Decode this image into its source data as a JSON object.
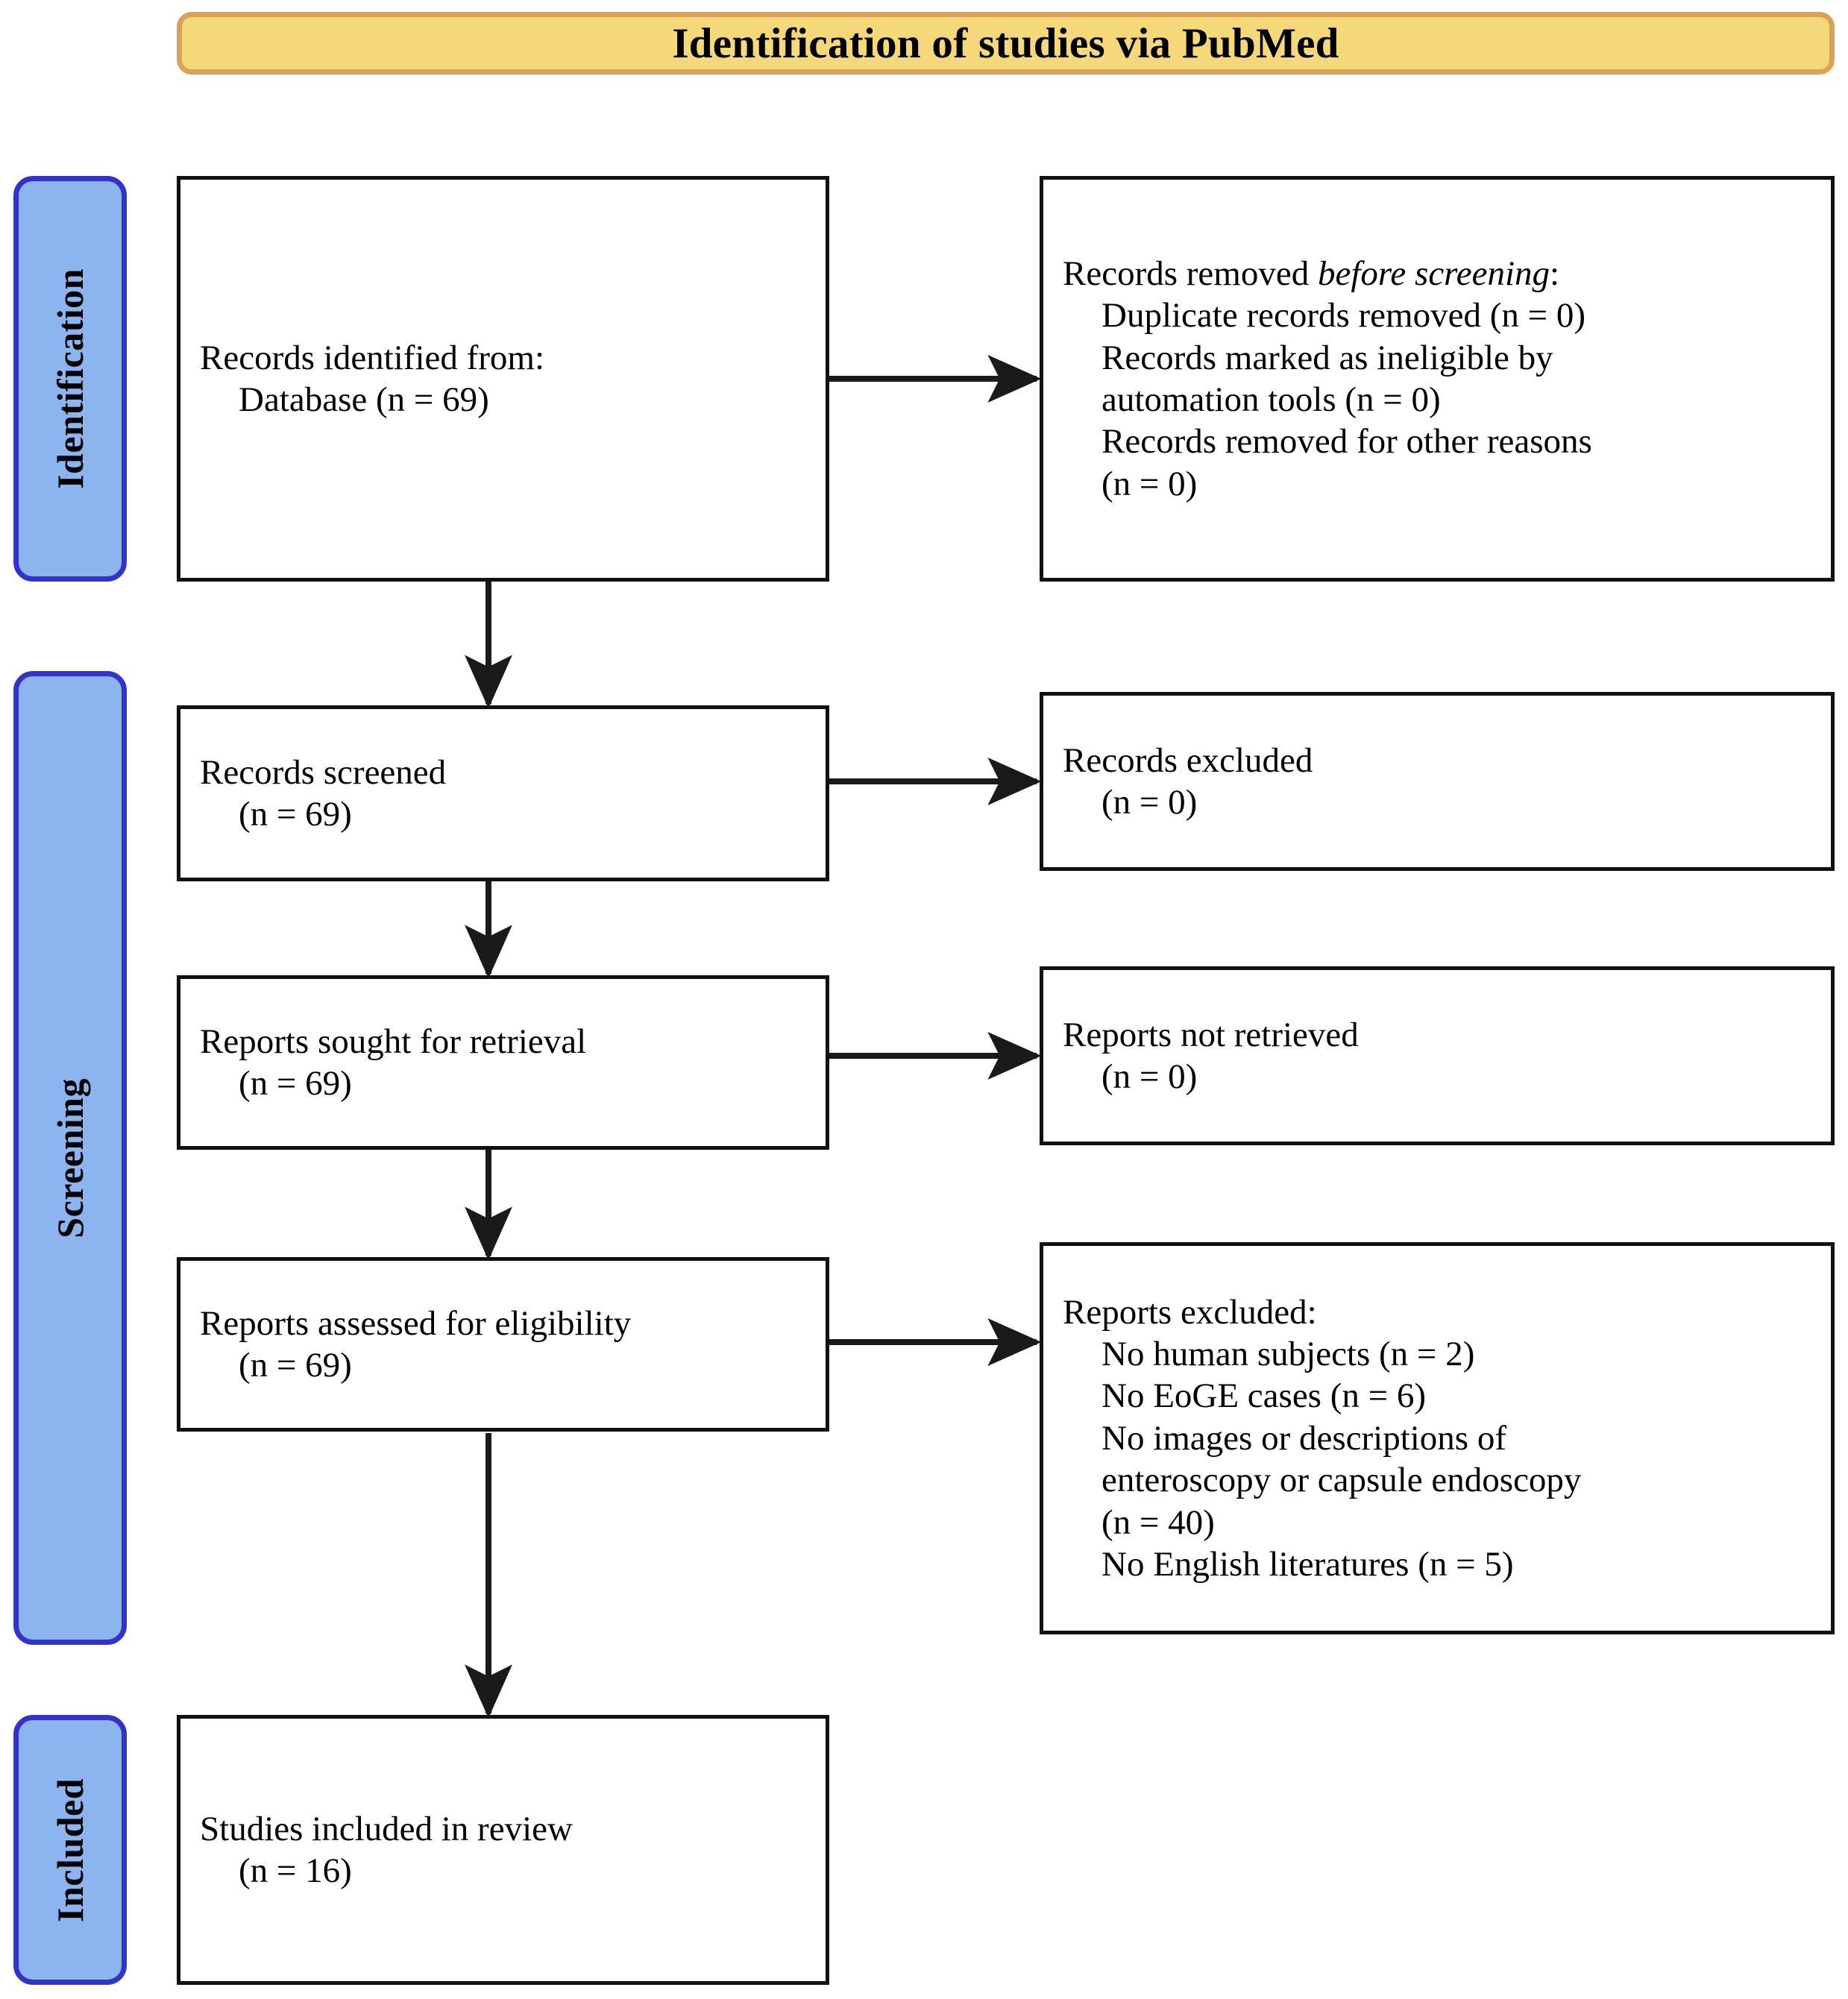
{
  "header": {
    "title": "Identification of studies via PubMed",
    "fill_color": "#F5D87A",
    "border_color": "#D9A256"
  },
  "phases": [
    {
      "name": "identification",
      "label": "Identification"
    },
    {
      "name": "screening",
      "label": "Screening"
    },
    {
      "name": "included",
      "label": "Included"
    }
  ],
  "phase_style": {
    "fill_color": "#8CB4EE",
    "border_color": "#3333CC"
  },
  "boxes": {
    "records_identified": {
      "line1": "Records identified from:",
      "line2": "Database (n = 69)"
    },
    "records_removed": {
      "line1_pre": "Records removed ",
      "line1_italic": "before screening",
      "line1_post": ":",
      "line2": "Duplicate records removed (n = 0)",
      "line3": "Records marked as ineligible by",
      "line4": "automation tools (n = 0)",
      "line5": "Records removed for other reasons",
      "line6": "(n = 0)"
    },
    "records_screened": {
      "line1": "Records screened",
      "line2": "(n = 69)"
    },
    "records_excluded": {
      "line1": "Records excluded",
      "line2": "(n = 0)"
    },
    "reports_sought": {
      "line1": "Reports sought for retrieval",
      "line2": "(n = 69)"
    },
    "reports_not_retrieved": {
      "line1": "Reports not retrieved",
      "line2": "(n = 0)"
    },
    "reports_assessed": {
      "line1": "Reports assessed for eligibility",
      "line2": "(n = 69)"
    },
    "reports_excluded": {
      "line1": "Reports excluded:",
      "line2": "No human subjects (n = 2)",
      "line3": "No EoGE cases (n = 6)",
      "line4": "No images or descriptions of",
      "line5": "enteroscopy or capsule endoscopy",
      "line6": "(n = 40)",
      "line7": "No English literatures (n = 5)"
    },
    "studies_included": {
      "line1": "Studies included in review",
      "line2": "(n = 16)"
    }
  },
  "counts": {
    "database_records": 69,
    "duplicates_removed": 0,
    "ineligible_automation": 0,
    "removed_other_reasons": 0,
    "records_screened": 69,
    "records_excluded": 0,
    "reports_sought": 69,
    "reports_not_retrieved": 0,
    "reports_assessed": 69,
    "excluded_no_human_subjects": 2,
    "excluded_no_eoge_cases": 6,
    "excluded_no_images": 40,
    "excluded_no_english": 5,
    "studies_included": 16
  }
}
